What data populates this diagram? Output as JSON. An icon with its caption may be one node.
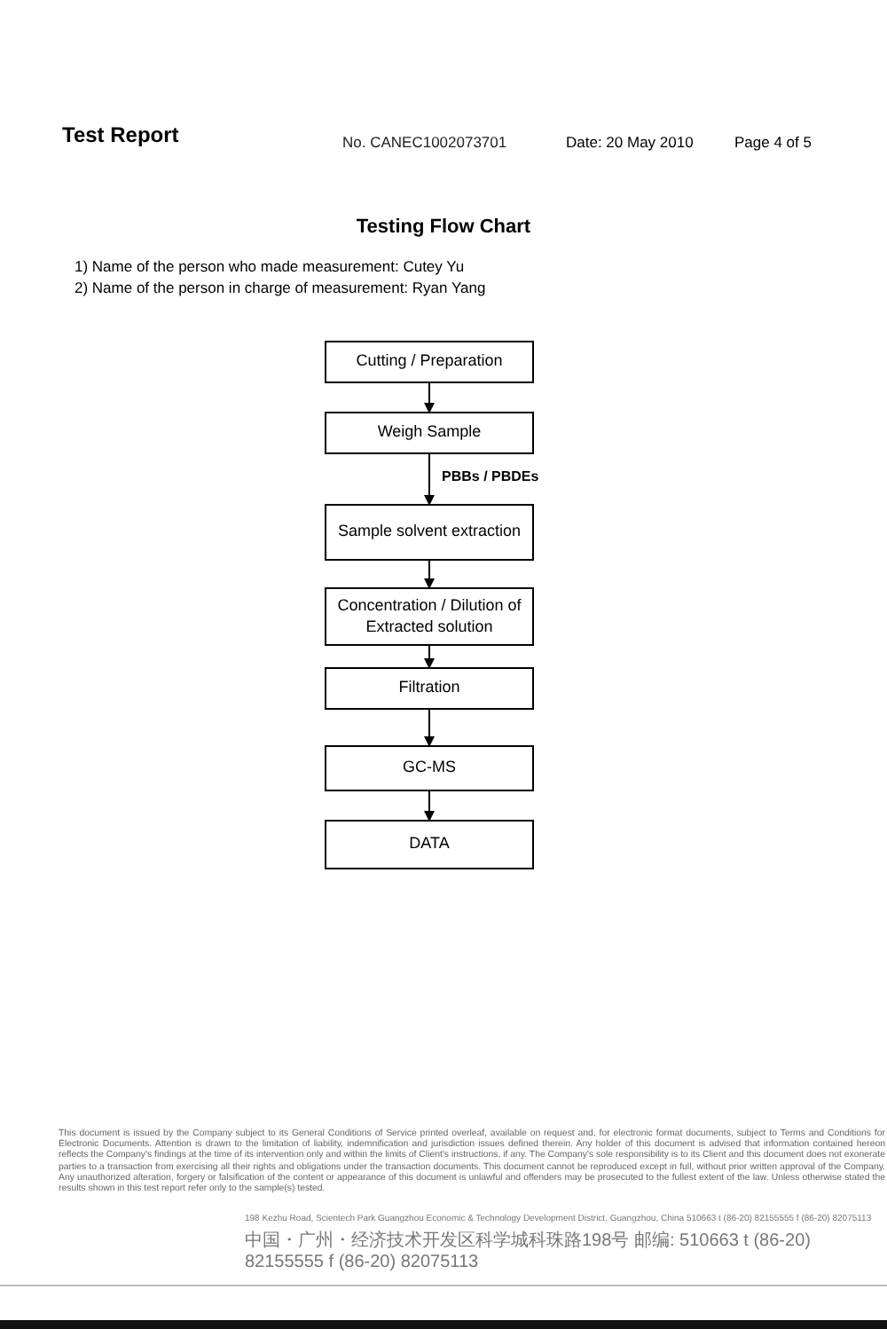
{
  "diagram": {
    "title": "Testing Flow Chart",
    "nodes": [
      {
        "text": [
          "Cutting / Preparation"
        ]
      },
      {
        "text": [
          "Weigh Sample"
        ]
      },
      {
        "text": [
          "Sample solvent extraction"
        ]
      },
      {
        "text": [
          "Concentration / Dilution of Extracted solution"
        ]
      },
      {
        "text": [
          "Filtration"
        ]
      },
      {
        "text": [
          "GC-MS"
        ]
      },
      {
        "text": [
          "DATA"
        ]
      }
    ],
    "edges": [
      {
        "from": 0,
        "to": 1,
        "arrow": "to"
      },
      {
        "from": 1,
        "to": 2,
        "arrow": "to",
        "label": "PBBs / PBDEs"
      },
      {
        "from": 2,
        "to": 3,
        "arrow": "to"
      },
      {
        "from": 3,
        "to": 4,
        "arrow": "to"
      },
      {
        "from": 4,
        "to": 5,
        "arrow": "to"
      },
      {
        "from": 5,
        "to": 6,
        "arrow": "to"
      }
    ],
    "labels": [
      "Test Report",
      "No. CANEC1002073701",
      "Date: 20 May 2010",
      "Page 4 of 5",
      "1) Name of the person who made measurement: Cutey Yu",
      "2) Name of the person in charge of measurement: Ryan Yang",
      "This document is issued by the Company subject to its General Conditions of Service printed overleaf, available on request and, for electronic format documents, subject to Terms and Conditions for Electronic Documents. Attention is drawn to the limitation of liability, indemnification and jurisdiction issues defined therein. Any holder of this document is advised that information contained hereon reflects the Company's findings at the time of its intervention only and within the limits of Client's instructions, if any. The Company's sole responsibility is to its Client and this document does not exonerate parties to a transaction from exercising all their rights and obligations under the transaction documents. This document cannot be reproduced except in full, without prior written approval of the Company. Any unauthorized alteration, forgery or falsification of the content or appearance of this document is unlawful and offenders may be prosecuted to the fullest extent of the law. Unless otherwise stated the results shown in this test report refer only to the sample(s) tested.",
      "198 Kezhu Road, Scientech Park Guangzhou Economic & Technology Development District, Guangzhou, China 510663 t (86-20) 82155555 f (86-20) 82075113",
      "中国・广州・经济技术开发区科学城科珠路198号 邮编: 510663 t (86-20) 82155555 f (86-20) 82075113"
    ]
  }
}
